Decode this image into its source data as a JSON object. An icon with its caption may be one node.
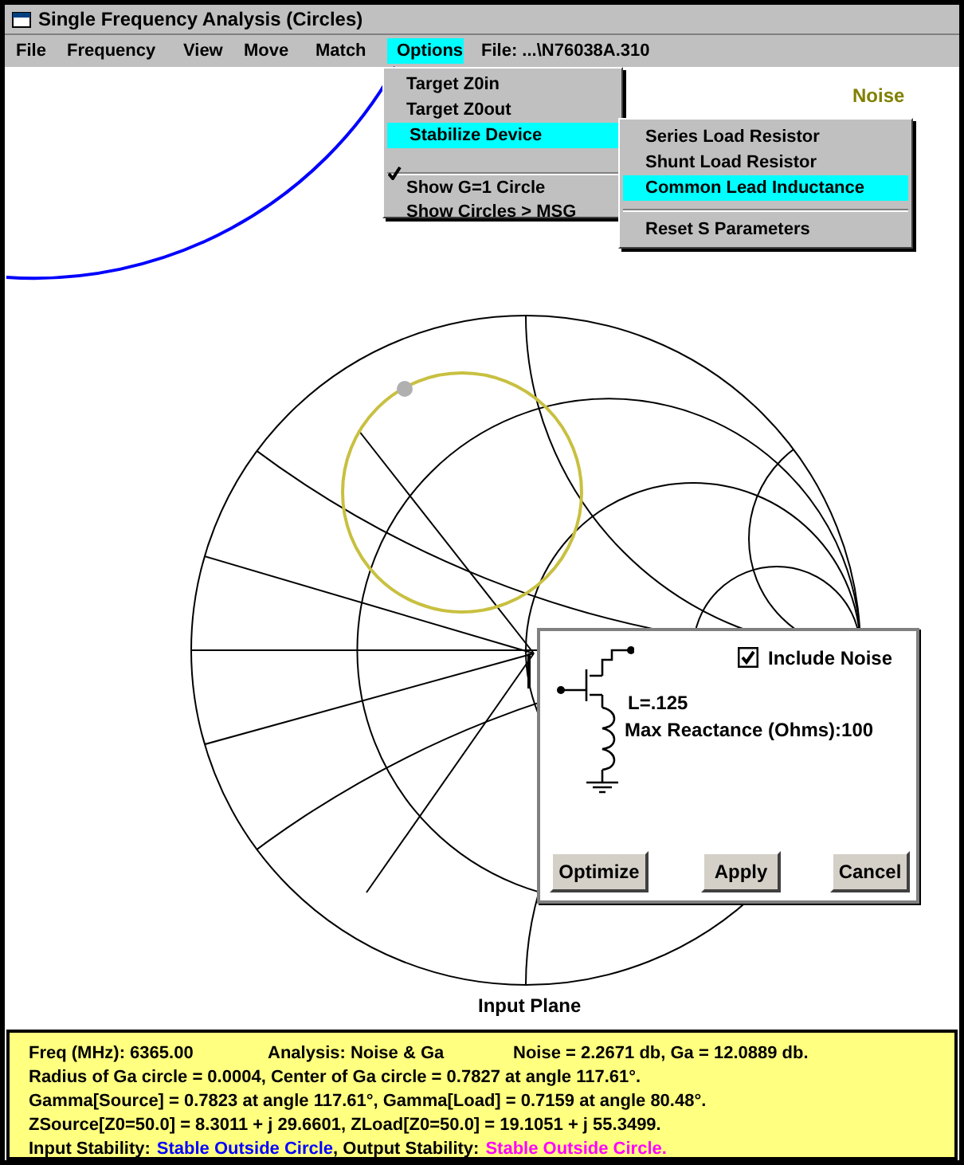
{
  "diagram": {
    "title": "Single Frequency Analysis (Circles)",
    "labels": [
      "File",
      "Frequency",
      "View",
      "Move",
      "Match",
      "Options",
      "File: ...\\N76038A.310",
      "Target Z0in",
      "Target Z0out",
      "Stabilize Device",
      "Show G=1 Circle",
      "Show Circles > MSG",
      "Series Load Resistor",
      "Shunt Load Resistor",
      "Common Lead Inductance",
      "Reset S Parameters",
      "Noise",
      "Include Noise",
      "L=.125",
      "Max Reactance (Ohms):100",
      "Optimize",
      "Apply",
      "Cancel",
      "Input Plane",
      "Freq (MHz): 6365.00",
      "Analysis: Noise & Ga",
      "Noise = 2.2671 db,  Ga = 12.0889 db.",
      "Radius of Ga circle = 0.0004, Center of Ga circle = 0.7827 at angle 117.61°.",
      "Gamma[Source] = 0.7823 at angle 117.61°, Gamma[Load] = 0.7159 at angle 80.48°.",
      "ZSource[Z0=50.0] = 8.3011 + j 29.6601, ZLoad[Z0=50.0] = 19.1051 + j 55.3499.",
      "Input Stability:",
      "Stable Outside Circle",
      ", Output Stability:",
      "Stable Outside Circle."
    ]
  }
}
